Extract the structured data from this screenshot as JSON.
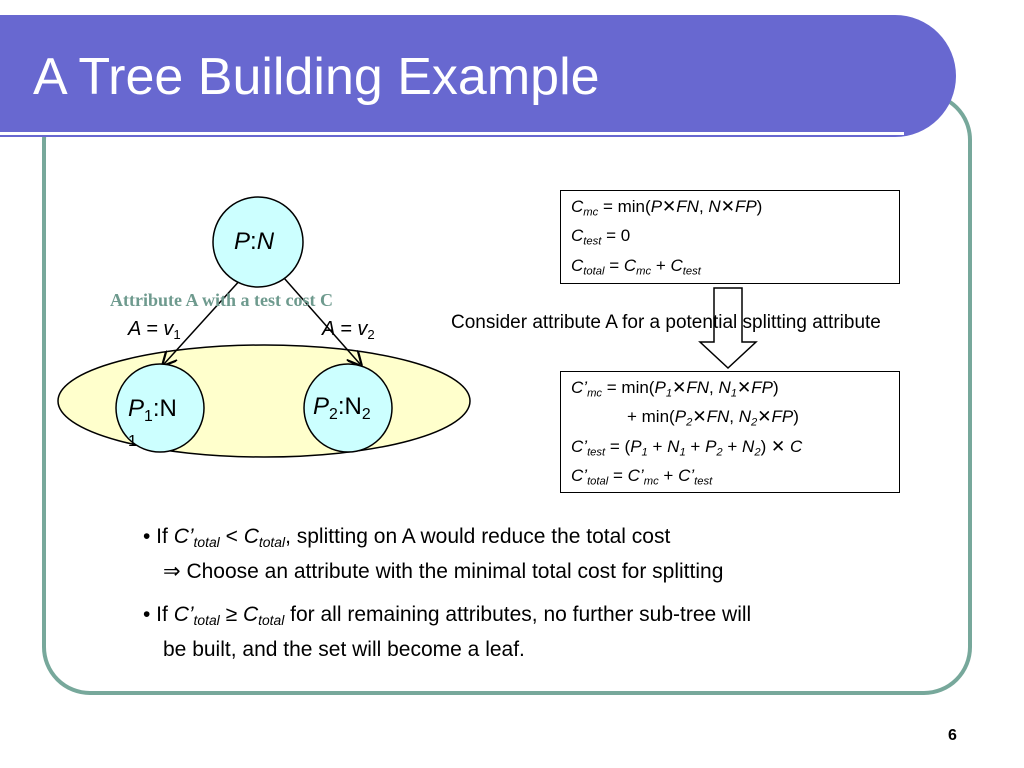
{
  "slide": {
    "title": "A Tree Building Example",
    "page_number": "6"
  },
  "tree": {
    "root": {
      "label_a": "P",
      "label_sep": ":",
      "label_b": "N"
    },
    "attribute_caption": "Attribute A with a test cost C",
    "edge_left": {
      "prefix": "A = v",
      "sub": "1"
    },
    "edge_right": {
      "prefix": "A = v",
      "sub": "2"
    },
    "child_left": {
      "a": "P",
      "a_sub": "1",
      "sep": ":N",
      "overflow": "1"
    },
    "child_right": {
      "a": "P",
      "a_sub": "2",
      "sep": ":N",
      "b_sub": "2"
    }
  },
  "top_box": {
    "line1": {
      "c": "C",
      "sub": "mc",
      "rest": " = min(",
      "p": "P",
      "times": "✕",
      "fn": "FN",
      "comma": ", ",
      "n": "N",
      "times2": "✕",
      "fp": "FP",
      "close": ")"
    },
    "line2": {
      "c": "C",
      "sub": "test",
      "rest": " = 0"
    },
    "line3": {
      "c": "C",
      "sub": "total",
      "eq": " = ",
      "c2": "C",
      "sub2": "mc",
      "plus": " + ",
      "c3": "C",
      "sub3": "test"
    }
  },
  "consider_text": "Consider attribute A for a potential splitting attribute",
  "bottom_box": {
    "l1": {
      "c": "C’",
      "sub": "mc",
      "rest": " = min(",
      "p": "P",
      "ps": "1",
      "times": "✕",
      "fn": "FN",
      "comma": ", ",
      "n": "N",
      "ns": "1",
      "times2": "✕",
      "fp": "FP",
      "close": ")"
    },
    "l2": {
      "lead": "+ min(",
      "p": "P",
      "ps": "2",
      "times": "✕",
      "fn": "FN",
      "comma": ", ",
      "n": "N",
      "ns": "2",
      "times2": "✕",
      "fp": "FP",
      "close": ")"
    },
    "l3": {
      "c": "C’",
      "sub": "test",
      "rest": " = (",
      "p1": "P",
      "p1s": "1",
      "plus1": " + ",
      "n1": "N",
      "n1s": "1",
      "plus2": " + ",
      "p2": "P",
      "p2s": "2",
      "plus3": " + ",
      "n2": "N",
      "n2s": "2",
      "close": ")",
      "times": " ✕ ",
      "cc": "C"
    },
    "l4": {
      "c": "C’",
      "sub": "total",
      "eq": " = ",
      "c2": "C’",
      "sub2": "mc",
      "plus": " + ",
      "c3": "C’",
      "sub3": "test"
    }
  },
  "bullets": {
    "b1": {
      "lead": "• If ",
      "c1": "C’",
      "s1": "total",
      "op": " < ",
      "c2": "C",
      "s2": "total",
      "rest": ", splitting on A would reduce the total cost"
    },
    "b1_follow": {
      "arrow": "⇒",
      "text": " Choose an attribute with the minimal total cost for splitting"
    },
    "b2": {
      "lead": "• If ",
      "c1": "C’",
      "s1": "total",
      "op": "  ≥ ",
      "c2": "C",
      "s2": "total",
      "rest": " for all remaining attributes, no further sub-tree will"
    },
    "b2_follow": "be built, and the set will become a leaf."
  },
  "colors": {
    "title_band": "#6868D0",
    "frame": "#77A89B",
    "node_fill": "#CCFFFF",
    "ellipse_fill": "#FFFFCC",
    "caption": "#6E9A8E"
  }
}
